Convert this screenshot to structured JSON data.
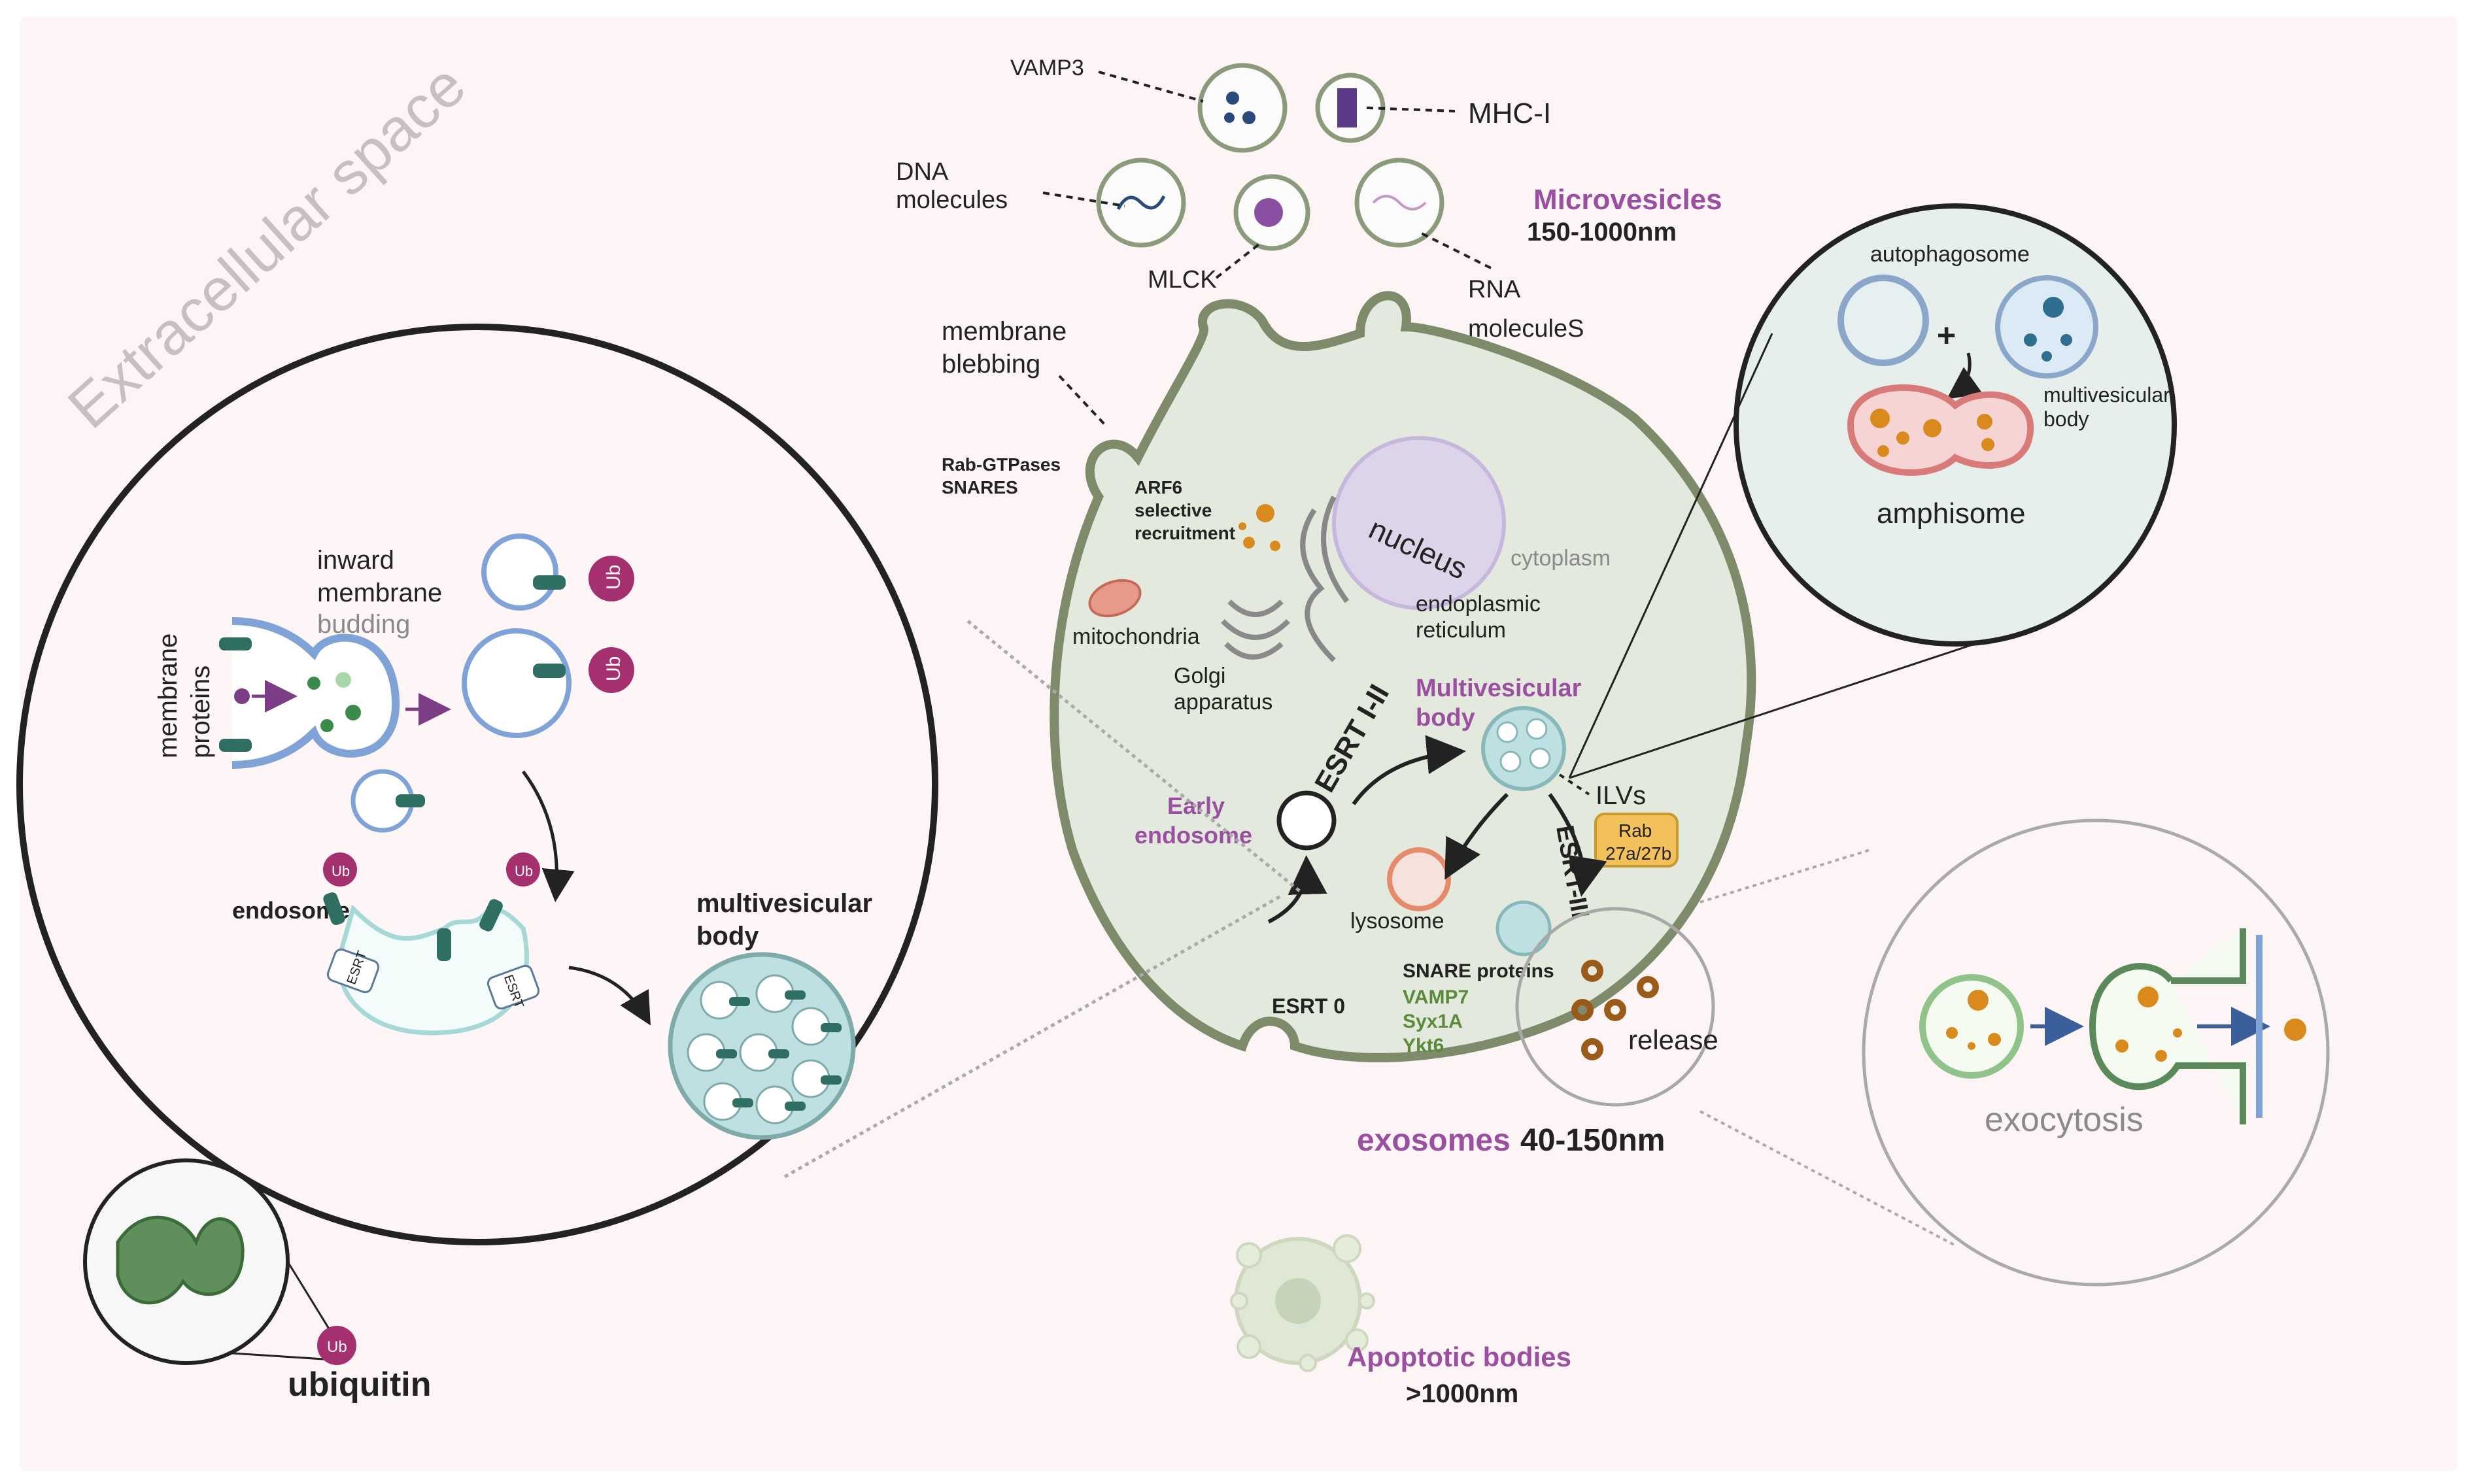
{
  "background": {
    "panel": "#fdf4f4",
    "cell_fill": "#e4eadc",
    "cell_stroke": "#7d8a6a",
    "accent_purple": "#9b4fa0",
    "accent_green": "#5a8a3a",
    "vesicle_blue": "#7fa3d6",
    "ub_magenta": "#a4306f",
    "teal": "#2e6e63",
    "orange": "#d98a1c"
  },
  "labels": {
    "extracellular_space": "Extracellular space",
    "microvesicles": "Microvesicles",
    "microvesicles_size": "150-1000nm",
    "vamp3": "VAMP3",
    "mhc1": "MHC-I",
    "dna_1": "DNA",
    "dna_2": "molecules",
    "mlck": "MLCK",
    "rna_1": "RNA",
    "rna_2": "moleculeS",
    "membrane_blebbing_1": "membrane",
    "membrane_blebbing_2": "blebbing",
    "rab_gtpases_1": "Rab-GTPases",
    "rab_gtpases_2": "SNARES",
    "arf6_1": "ARF6",
    "arf6_2": "selective",
    "arf6_3": "recruitment",
    "nucleus": "nucleus",
    "cytoplasm": "cytoplasm",
    "mitochondria": "mitochondria",
    "er_1": "endoplasmic",
    "er_2": "reticulum",
    "golgi_1": "Golgi",
    "golgi_2": "apparatus",
    "esrt_12": "ESRT I-II",
    "mvb_1": "Multivesicular",
    "mvb_2": "body",
    "ilvs": "ILVs",
    "rab_1": "Rab",
    "rab_2": "27a/27b",
    "esrt_3": "ESRT-III",
    "early_endosome_1": "Early",
    "early_endosome_2": "endosome",
    "lysosome": "lysosome",
    "snare_proteins": "SNARE proteins",
    "vamp7": "VAMP7",
    "syx1a": "Syx1A",
    "ykt6": "Ykt6",
    "esrt_0": "ESRT 0",
    "release": "release",
    "exosomes": "exosomes",
    "exosomes_size": "40-150nm",
    "apoptotic_bodies": "Apoptotic bodies",
    "apoptotic_size": ">1000nm",
    "autophagosome": "autophagosome",
    "plus": "+",
    "multivesicular_body_1": "multivesicular",
    "multivesicular_body_2": "body",
    "amphisome": "amphisome",
    "exocytosis": "exocytosis",
    "inward_1": "inward",
    "inward_2": "membrane",
    "inward_3": "budding",
    "membrane_proteins_1": "membrane",
    "membrane_proteins_2": "proteins",
    "endosome": "endosome",
    "big_mvb_1": "multivesicular",
    "big_mvb_2": "body",
    "ub": "Ub",
    "esrt_tag": "ESRT",
    "ubiquitin": "ubiquitin"
  }
}
